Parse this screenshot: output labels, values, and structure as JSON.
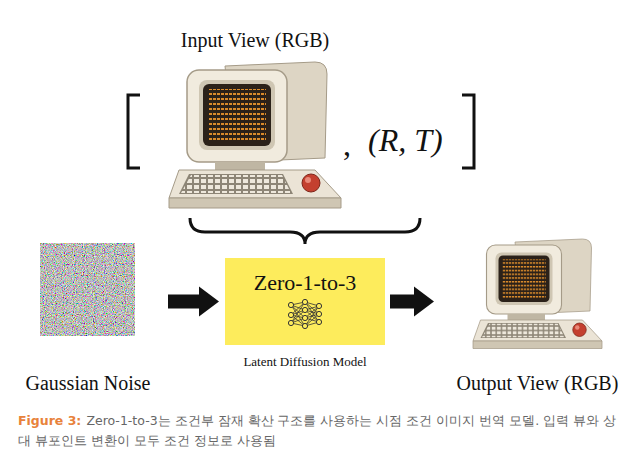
{
  "diagram": {
    "caption": "Zero-1-to-3는 조건부 잠재 확산 구조를 사용하는 시점 조건 이미지 번역 모델. 입력 뷰와 상대 뷰포인트 변환이 모두 조건 정보로 사용됨",
    "nodes": [
      {
        "text": [
          "Input View (RGB)"
        ]
      },
      {
        "text": [
          "Gaussian Noise"
        ]
      },
      {
        "text": [
          "Zero-1-to-3",
          "Latent Diffusion Model"
        ]
      },
      {
        "text": [
          "Output View (RGB)"
        ]
      }
    ],
    "edges": [
      {
        "from": 1,
        "to": 2,
        "arrow": "to"
      },
      {
        "from": 2,
        "to": 3,
        "arrow": "to"
      }
    ],
    "labels": [
      ",",
      "(R, T)",
      "Figure 3:"
    ]
  }
}
